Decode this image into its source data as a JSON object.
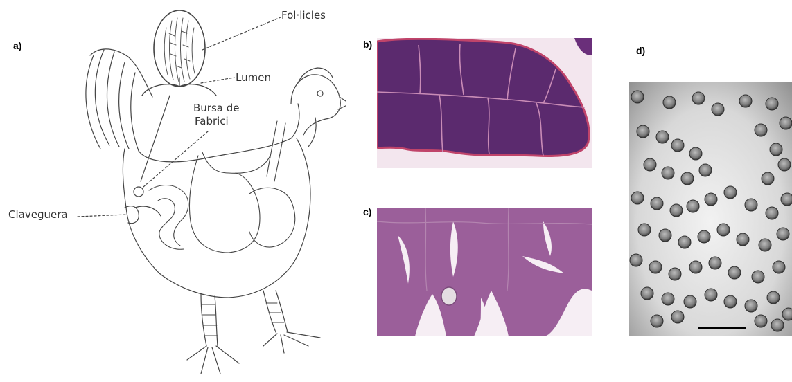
{
  "panels": {
    "a": "a)",
    "b": "b)",
    "c": "c)",
    "d": "d)"
  },
  "annotations": {
    "follicles": "Fol·licles",
    "lumen": "Lumen",
    "bursa_line1": "Bursa de",
    "bursa_line2": "Fabrici",
    "cloaca": "Claveguera"
  },
  "colors": {
    "stain_dark": "#5b2a6e",
    "stain_light": "#9b5f9a",
    "stain_pale": "#b485b0",
    "tissue_border": "#c0446a",
    "background_pink": "#f3e6ee",
    "em_background": "#e9e9e9",
    "particle": "#6a6a6a"
  },
  "scale_bar": {
    "shown": true
  }
}
